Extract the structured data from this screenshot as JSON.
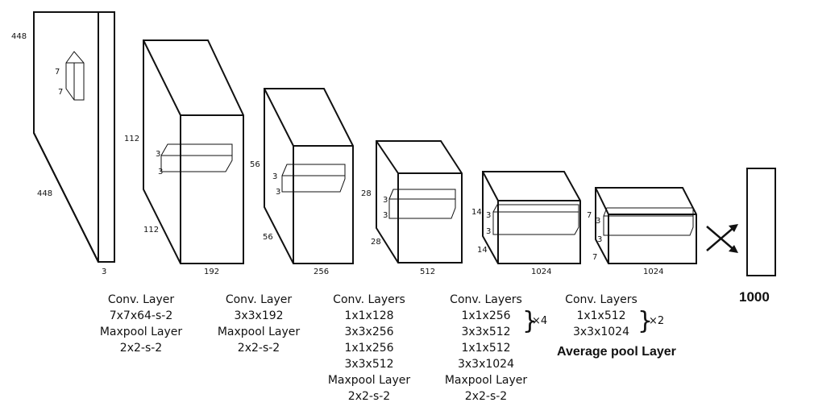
{
  "input": {
    "height": "448",
    "width": "448",
    "channels": "3",
    "kernel_h": "7",
    "kernel_w": "7"
  },
  "stage1": {
    "height": "112",
    "width": "112",
    "channels": "192",
    "kernel_h": "3",
    "kernel_w": "3",
    "caption": [
      "Conv. Layer",
      "7x7x64-s-2",
      "Maxpool Layer",
      "2x2-s-2"
    ]
  },
  "stage2": {
    "height": "56",
    "width": "56",
    "channels": "256",
    "kernel_h": "3",
    "kernel_w": "3",
    "caption": [
      "Conv. Layer",
      "3x3x192",
      "Maxpool Layer",
      "2x2-s-2"
    ]
  },
  "stage3": {
    "height": "28",
    "width": "28",
    "channels": "512",
    "kernel_h": "3",
    "kernel_w": "3",
    "caption": [
      "Conv. Layers",
      "1x1x128",
      "3x3x256",
      "1x1x256",
      "3x3x512",
      "Maxpool Layer",
      "2x2-s-2"
    ]
  },
  "stage4": {
    "height": "14",
    "width": "14",
    "channels": "1024",
    "kernel_h": "3",
    "kernel_w": "3",
    "caption": [
      "Conv. Layers",
      "1x1x256",
      "3x3x512",
      "1x1x512",
      "3x3x1024",
      "Maxpool Layer",
      "2x2-s-2"
    ],
    "repeat": "×4"
  },
  "stage5": {
    "height": "7",
    "width": "7",
    "channels": "1024",
    "kernel_h": "3",
    "kernel_w": "3",
    "caption": [
      "Conv. Layers",
      "1x1x512",
      "3x3x1024"
    ],
    "repeat": "×2",
    "pool": "Average pool Layer"
  },
  "output": {
    "size": "1000"
  }
}
